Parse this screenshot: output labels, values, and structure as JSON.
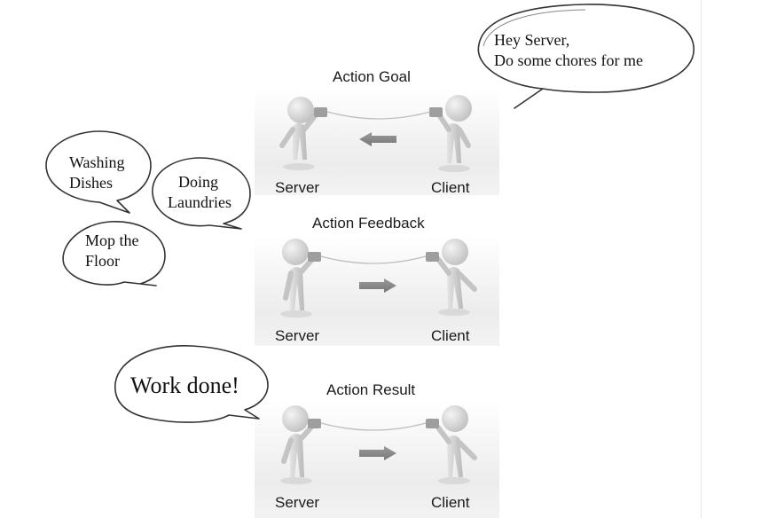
{
  "panels": [
    {
      "title": "Action Goal",
      "left": "Server",
      "right": "Client",
      "arrow": "left"
    },
    {
      "title": "Action Feedback",
      "left": "Server",
      "right": "Client",
      "arrow": "right"
    },
    {
      "title": "Action Result",
      "left": "Server",
      "right": "Client",
      "arrow": "right"
    }
  ],
  "bubbles": {
    "client_request": {
      "line1": "Hey Server,",
      "line2": "Do some chores for me"
    },
    "washing": {
      "line1": "Washing",
      "line2": "Dishes"
    },
    "laundries": {
      "line1": "Doing",
      "line2": "Laundries"
    },
    "mop": {
      "line1": "Mop the",
      "line2": "Floor"
    },
    "done": {
      "text": "Work done!"
    }
  },
  "colors": {
    "figure": "#d4d4d4",
    "arrow": "#8c8c8c",
    "bubble_stroke": "#333333"
  }
}
